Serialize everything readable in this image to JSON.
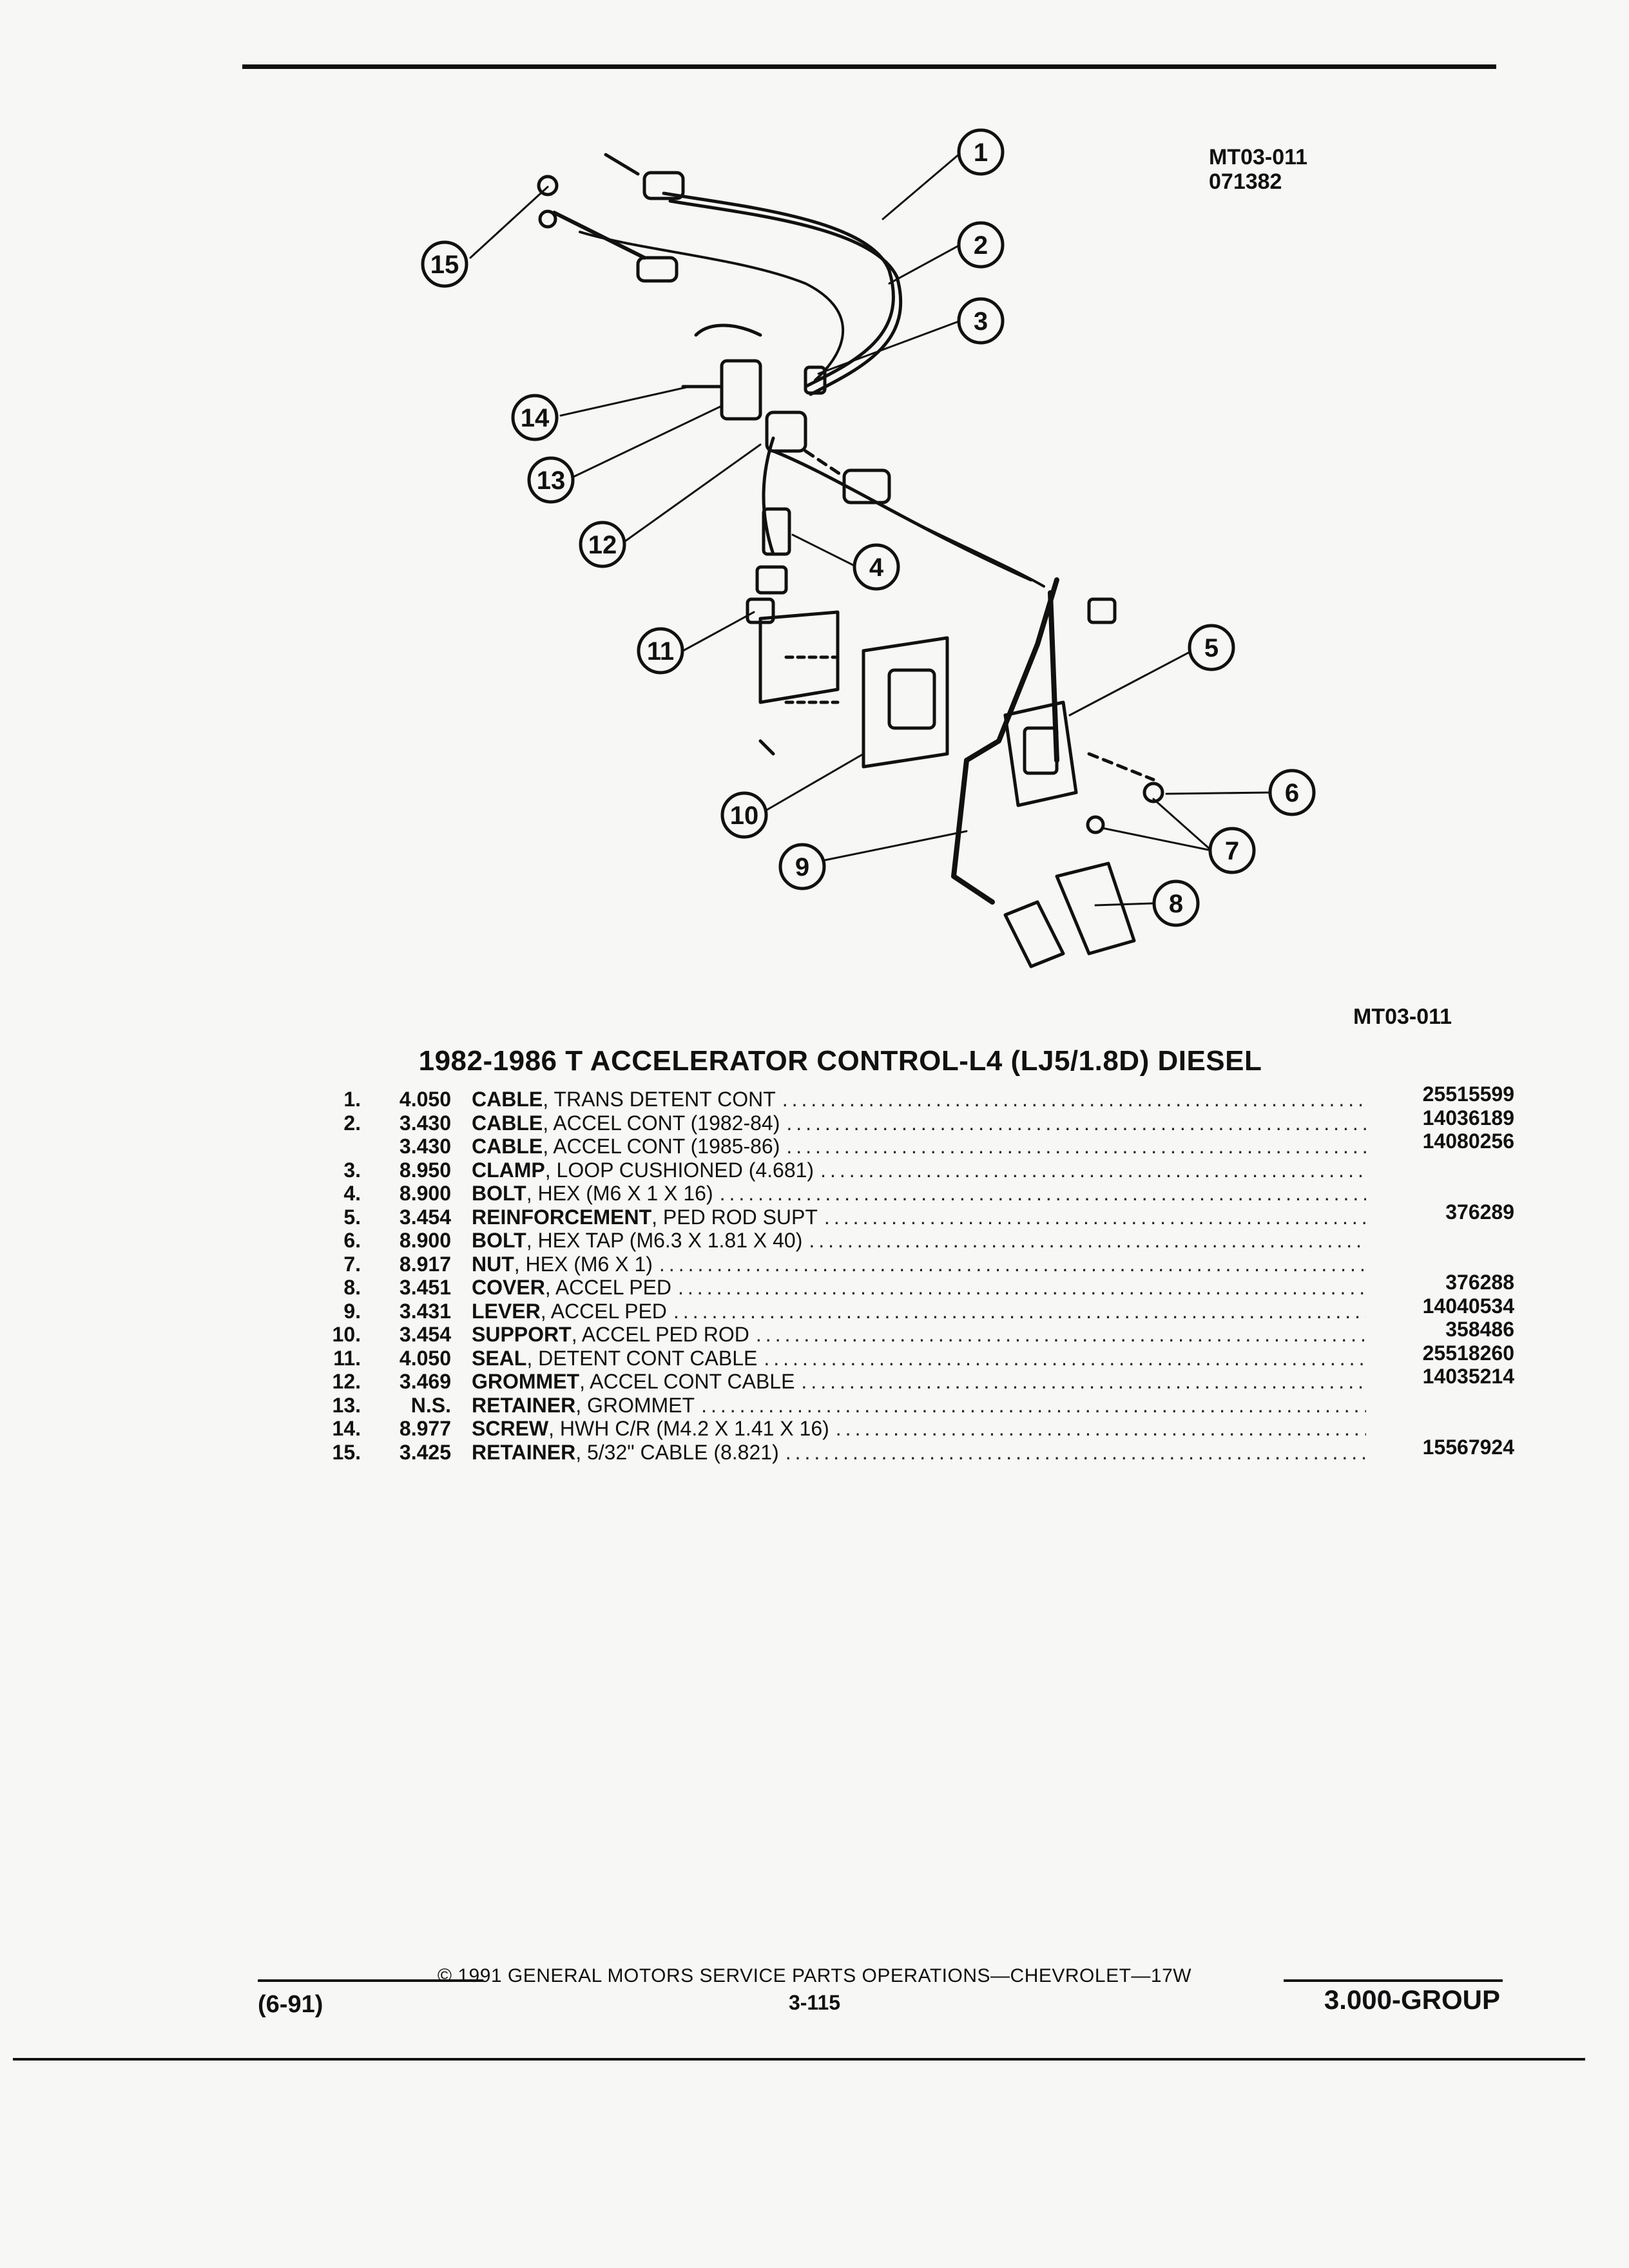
{
  "figure": {
    "ref_code_top": "MT03-011",
    "ref_date": "071382",
    "ref_code_bottom": "MT03-011",
    "callouts": [
      "1",
      "2",
      "3",
      "4",
      "5",
      "6",
      "7",
      "8",
      "9",
      "10",
      "11",
      "12",
      "13",
      "14",
      "15"
    ]
  },
  "title": "1982-1986 T ACCELERATOR CONTROL-L4 (LJ5/1.8D) DIESEL",
  "parts": [
    {
      "num": "1.",
      "group": "4.050",
      "name": "CABLE",
      "detail": ", TRANS DETENT CONT",
      "part_number": "25515599"
    },
    {
      "num": "2.",
      "group": "3.430",
      "name": "CABLE",
      "detail": ", ACCEL CONT (1982-84)",
      "part_number": "14036189"
    },
    {
      "num": "",
      "group": "3.430",
      "name": "CABLE",
      "detail": ", ACCEL CONT (1985-86)",
      "part_number": "14080256"
    },
    {
      "num": "3.",
      "group": "8.950",
      "name": "CLAMP",
      "detail": ", LOOP CUSHIONED (4.681)",
      "part_number": ""
    },
    {
      "num": "4.",
      "group": "8.900",
      "name": "BOLT",
      "detail": ", HEX (M6 X 1 X 16)",
      "part_number": ""
    },
    {
      "num": "5.",
      "group": "3.454",
      "name": "REINFORCEMENT",
      "detail": ", PED ROD SUPT",
      "part_number": "376289"
    },
    {
      "num": "6.",
      "group": "8.900",
      "name": "BOLT",
      "detail": ", HEX TAP (M6.3 X 1.81 X 40)",
      "part_number": ""
    },
    {
      "num": "7.",
      "group": "8.917",
      "name": "NUT",
      "detail": ", HEX (M6 X 1)",
      "part_number": ""
    },
    {
      "num": "8.",
      "group": "3.451",
      "name": "COVER",
      "detail": ", ACCEL PED",
      "part_number": "376288"
    },
    {
      "num": "9.",
      "group": "3.431",
      "name": "LEVER",
      "detail": ", ACCEL PED",
      "part_number": "14040534"
    },
    {
      "num": "10.",
      "group": "3.454",
      "name": "SUPPORT",
      "detail": ", ACCEL PED ROD",
      "part_number": "358486"
    },
    {
      "num": "11.",
      "group": "4.050",
      "name": "SEAL",
      "detail": ", DETENT CONT CABLE",
      "part_number": "25518260"
    },
    {
      "num": "12.",
      "group": "3.469",
      "name": "GROMMET",
      "detail": ", ACCEL CONT CABLE",
      "part_number": "14035214"
    },
    {
      "num": "13.",
      "group": "N.S.",
      "name": "RETAINER",
      "detail": ", GROMMET",
      "part_number": ""
    },
    {
      "num": "14.",
      "group": "8.977",
      "name": "SCREW",
      "detail": ", HWH C/R (M4.2 X 1.41 X 16)",
      "part_number": ""
    },
    {
      "num": "15.",
      "group": "3.425",
      "name": "RETAINER",
      "detail": ", 5/32\" CABLE (8.821)",
      "part_number": "15567924"
    }
  ],
  "footer": {
    "revision": "(6-91)",
    "copyright": "© 1991 GENERAL MOTORS SERVICE PARTS OPERATIONS—CHEVROLET—17W",
    "page": "3-115",
    "group": "3.000-GROUP"
  }
}
